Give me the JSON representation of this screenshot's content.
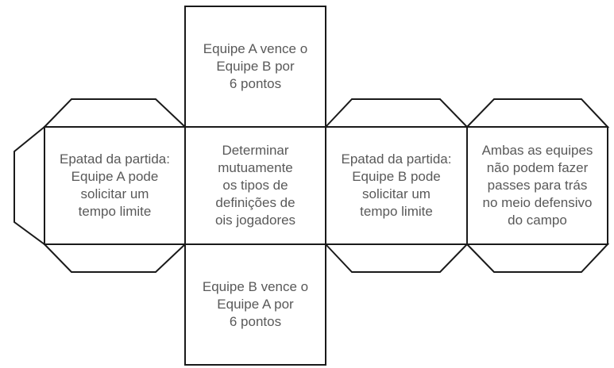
{
  "diagram": {
    "type": "cube-net",
    "faces": {
      "top": {
        "text": "Equipe A vence o\nEquipe B por\n6 pontos"
      },
      "left": {
        "text": "Epatad da partida:\nEquipe A pode\nsolicitar um\ntempo limite"
      },
      "center": {
        "text": "Determinar\nmutuamente\nos tipos de\ndefinições de\nois jogadores"
      },
      "right": {
        "text": "Epatad da partida:\nEquipe B pode\nsolicitar um\ntempo limite"
      },
      "far_right": {
        "text": "Ambas as equipes\nnão podem fazer\npasses para trás\nno meio defensivo\ndo campo"
      },
      "bottom": {
        "text": "Equipe B vence o\nEquipe A por\n6 pontos"
      }
    }
  },
  "colors": {
    "stroke": "#1a1a1a",
    "text": "#595959",
    "face_fill": "#ffffff",
    "background": "#ffffff"
  }
}
